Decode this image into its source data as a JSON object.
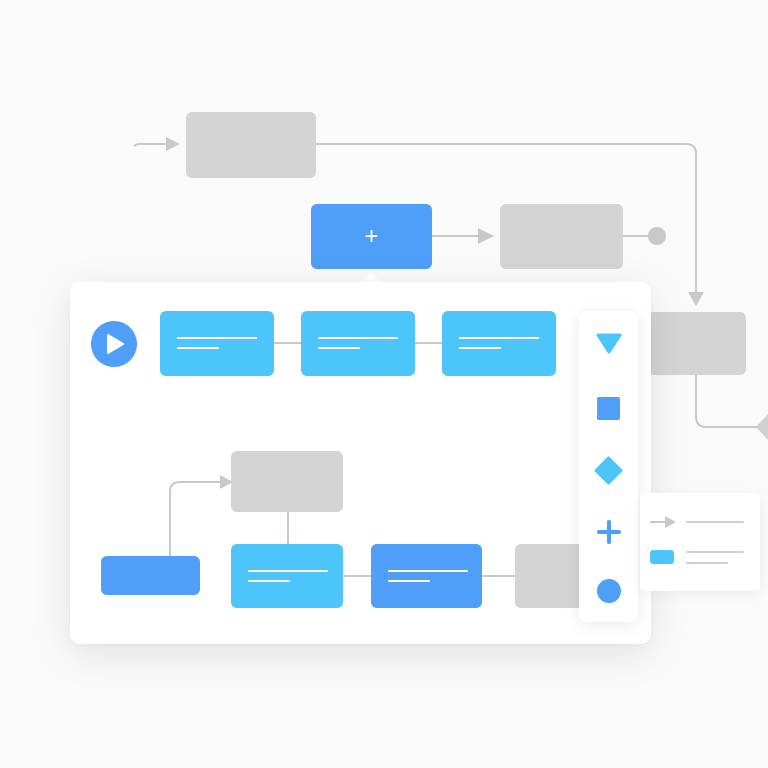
{
  "diagram": {
    "add_node_label": "+",
    "palette": {
      "shapes": [
        "triangle-down",
        "square",
        "diamond",
        "plus",
        "circle"
      ]
    }
  },
  "colors": {
    "background": "#fafafa",
    "node_grey": "#d4d4d4",
    "node_blue": "#4f9ef8",
    "node_cyan": "#4ec5fa",
    "connector": "#c8c8c8",
    "card": "#ffffff"
  },
  "icons": [
    "play-icon",
    "add-icon",
    "arrow-icon",
    "triangle-shape-icon",
    "square-shape-icon",
    "diamond-shape-icon",
    "plus-shape-icon",
    "circle-shape-icon"
  ]
}
